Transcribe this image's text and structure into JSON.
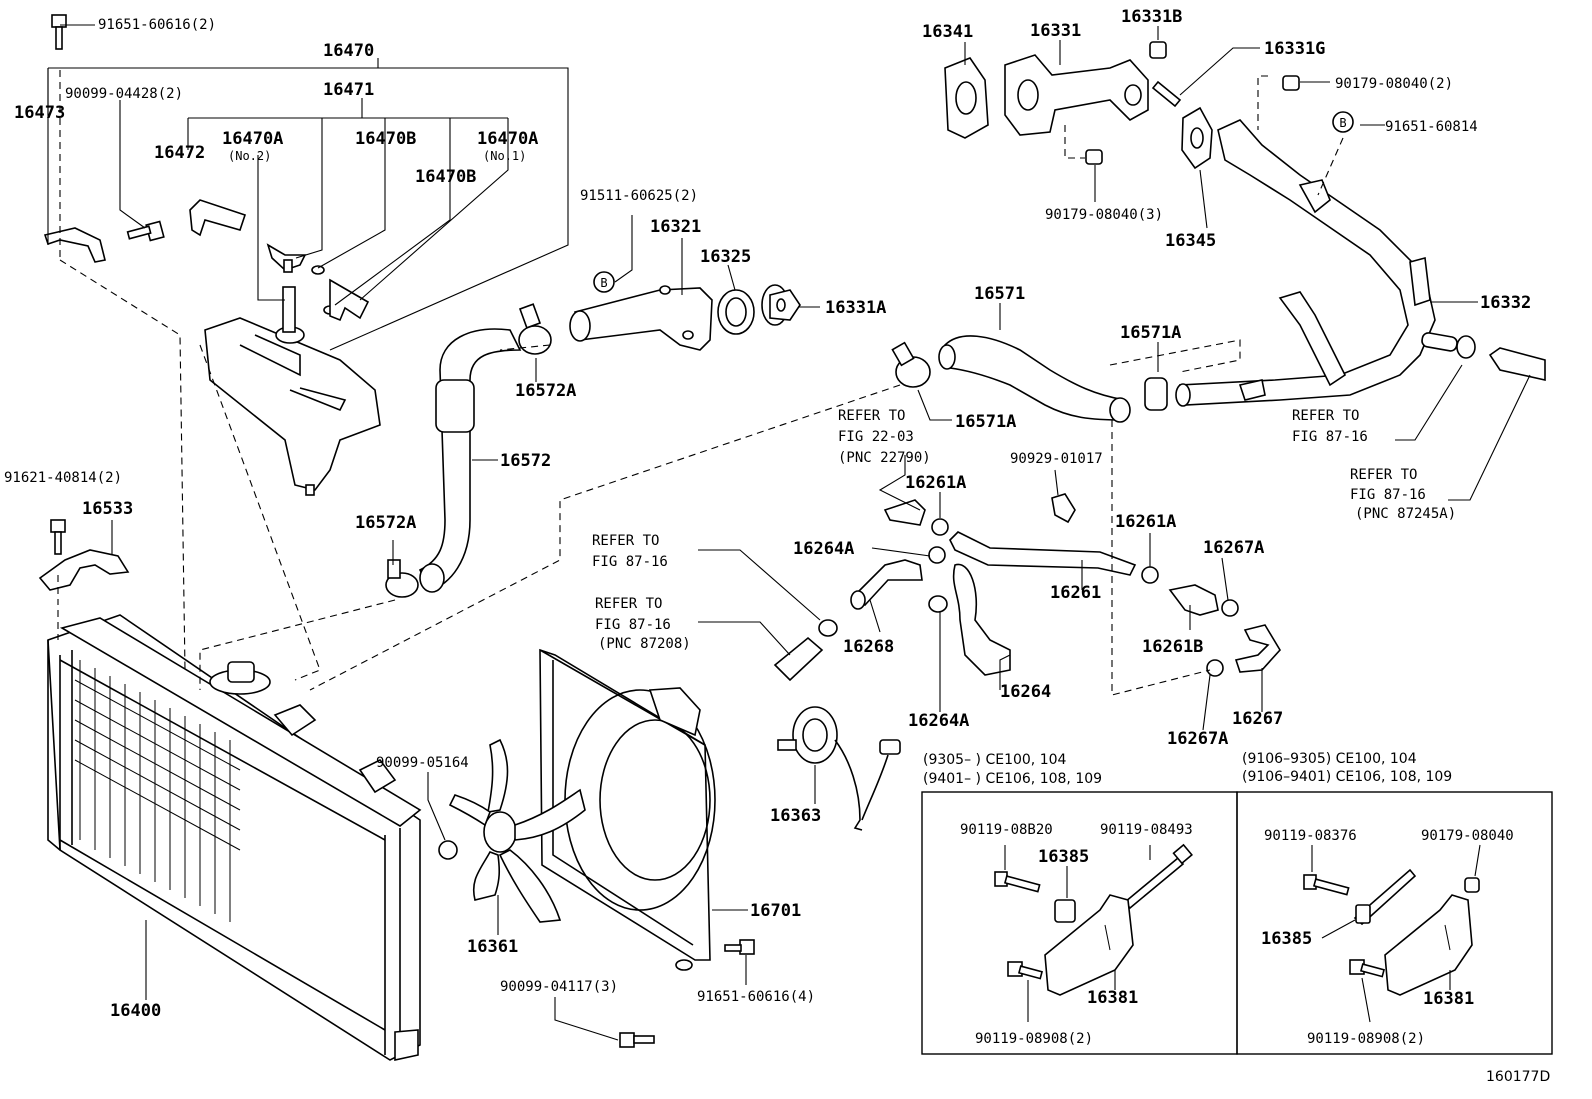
{
  "diagram_id": "160177D",
  "labels": {
    "l16473": "16473",
    "l91651_60616_2": "91651-60616(2)",
    "l16470": "16470",
    "l90099_04428_2": "90099-04428(2)",
    "l16471": "16471",
    "l16470A_a": "16470A",
    "l16470A_a_sub": "(No.2)",
    "l16470B_a": "16470B",
    "l16470A_b": "16470A",
    "l16470A_b_sub": "(No.1)",
    "l16472": "16472",
    "l16470B_b": "16470B",
    "l91511_60625_2": "91511-60625(2)",
    "l16321": "16321",
    "l16325": "16325",
    "l16331A": "16331A",
    "l16572A_top": "16572A",
    "l16572": "16572",
    "l16572A_bot": "16572A",
    "l91621_40814_2": "91621-40814(2)",
    "l16533": "16533",
    "l16341": "16341",
    "l16331": "16331",
    "l16331B": "16331B",
    "l16331G": "16331G",
    "l90179_08040_2": "90179-08040(2)",
    "l91651_60814": "91651-60814",
    "l90179_08040_3": "90179-08040(3)",
    "l16345": "16345",
    "l16571": "16571",
    "l16571A_top": "16571A",
    "l16571A_mid": "16571A",
    "l16332": "16332",
    "l16261A_a": "16261A",
    "l90929_01017": "90929-01017",
    "l16261A_b": "16261A",
    "l16264A_a": "16264A",
    "l16267A_a": "16267A",
    "l16261": "16261",
    "l16268": "16268",
    "l16261B": "16261B",
    "l16264": "16264",
    "l16264A_b": "16264A",
    "l16267": "16267",
    "l16267A_b": "16267A",
    "l16363": "16363",
    "l90099_05164": "90099-05164",
    "l16361": "16361",
    "l16701": "16701",
    "l16400": "16400",
    "l90099_04117_3": "90099-04117(3)",
    "l91651_60616_4": "91651-60616(4)",
    "circle_b": "B"
  },
  "references": {
    "r1_line1": "REFER TO",
    "r1_line2": "FIG 22-03",
    "r1_line3": "(PNC 22790)",
    "r2_line1": "REFER TO",
    "r2_line2": "FIG 87-16",
    "r3_line1": "REFER TO",
    "r3_line2": "FIG 87-16",
    "r3_line3": "(PNC 87245A)",
    "r4_line1": "REFER TO",
    "r4_line2": "FIG 87-16",
    "r5_line1": "REFER TO",
    "r5_line2": "FIG 87-16",
    "r5_line3": "(PNC 87208)"
  },
  "variants": {
    "left_note1": "(9305–        ) CE100, 104",
    "left_note2": "(9401–        ) CE106, 108, 109",
    "right_note1": "(9106–9305) CE100, 104",
    "right_note2": "(9106–9401) CE106, 108, 109",
    "left_box": {
      "p1": "90119-08B20",
      "p2": "90119-08493",
      "p3": "16385",
      "p4": "16381",
      "p5": "90119-08908(2)"
    },
    "right_box": {
      "p1": "90119-08376",
      "p2": "90179-08040",
      "p3": "16385",
      "p4": "16381",
      "p5": "90119-08908(2)"
    }
  }
}
